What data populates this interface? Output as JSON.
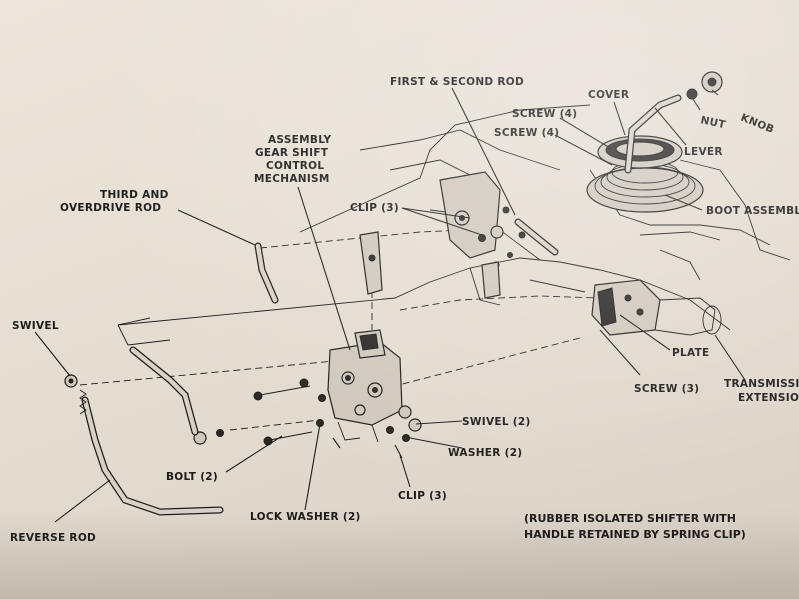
{
  "labels": {
    "first_second_rod": "FIRST & SECOND ROD",
    "cover": "COVER",
    "knob": "KNOB",
    "nut": "NUT",
    "screw4_a": "SCREW (4)",
    "screw4_b": "SCREW (4)",
    "lever": "LEVER",
    "assembly_1": "ASSEMBLY",
    "assembly_2": "GEAR SHIFT",
    "assembly_3": "CONTROL",
    "assembly_4": "MECHANISM",
    "third_od_1": "THIRD AND",
    "third_od_2": "OVERDRIVE ROD",
    "clip3_top": "CLIP (3)",
    "boot_assembly": "BOOT ASSEMBLY",
    "swivel": "SWIVEL",
    "plate": "PLATE",
    "transmission_1": "TRANSMISSIO",
    "transmission_2": "EXTENSION",
    "screw3": "SCREW (3)",
    "swivel2": "SWIVEL (2)",
    "washer2": "WASHER (2)",
    "bolt2": "BOLT (2)",
    "clip3_bottom": "CLIP (3)",
    "lock_washer2": "LOCK WASHER (2)",
    "reverse_rod": "REVERSE ROD",
    "note_1": "(RUBBER ISOLATED SHIFTER WITH",
    "note_2": "HANDLE RETAINED BY SPRING CLIP)"
  },
  "colors": {
    "paper": "#e6dfd4",
    "ink": "#1d1b1a",
    "background": "#2b2622"
  }
}
